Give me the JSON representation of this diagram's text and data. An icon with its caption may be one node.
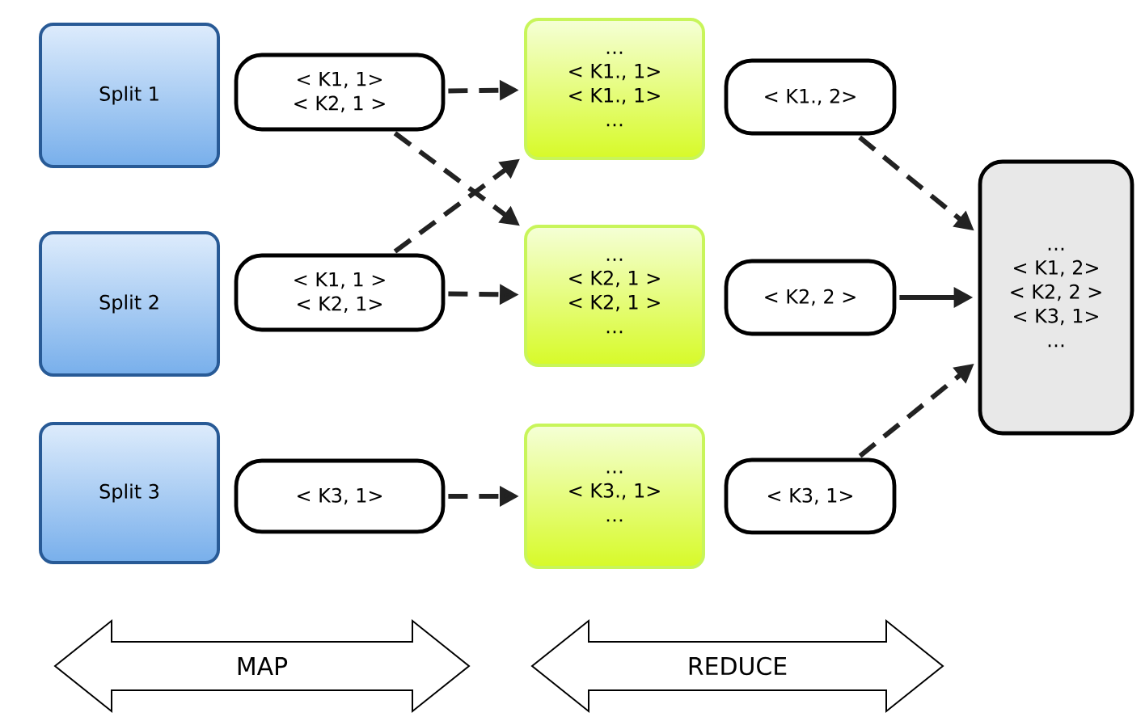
{
  "diagram": {
    "nodes": [
      {
        "text": [
          "Split 1"
        ]
      },
      {
        "text": [
          "Split 2"
        ]
      },
      {
        "text": [
          "Split 3"
        ]
      },
      {
        "text": [
          "< K1, 1>",
          "< K2, 1 >"
        ]
      },
      {
        "text": [
          "< K1, 1 >",
          "< K2, 1>"
        ]
      },
      {
        "text": [
          "< K3, 1>"
        ]
      },
      {
        "text": [
          "…",
          "< K1., 1>",
          "< K1., 1>",
          "…"
        ]
      },
      {
        "text": [
          "…",
          "< K2, 1 >",
          "< K2, 1 >",
          "…"
        ]
      },
      {
        "text": [
          "…",
          "< K3., 1>",
          "…"
        ]
      },
      {
        "text": [
          "< K1., 2>"
        ]
      },
      {
        "text": [
          "< K2, 2 >"
        ]
      },
      {
        "text": [
          "< K3, 1>"
        ]
      },
      {
        "text": [
          "…",
          "< K1, 2>",
          "< K2, 2 >",
          "< K3, 1>",
          "…"
        ]
      },
      {
        "text": [
          "MAP"
        ]
      },
      {
        "text": [
          "REDUCE"
        ]
      }
    ],
    "edges": [
      {
        "from": 3,
        "to": 6,
        "arrow": "to",
        "style": "dashed"
      },
      {
        "from": 3,
        "to": 7,
        "arrow": "to",
        "style": "dashed"
      },
      {
        "from": 4,
        "to": 6,
        "arrow": "to",
        "style": "dashed"
      },
      {
        "from": 4,
        "to": 7,
        "arrow": "to",
        "style": "dashed"
      },
      {
        "from": 5,
        "to": 8,
        "arrow": "to",
        "style": "dashed"
      },
      {
        "from": 9,
        "to": 12,
        "arrow": "to",
        "style": "dashed"
      },
      {
        "from": 10,
        "to": 12,
        "arrow": "to"
      },
      {
        "from": 11,
        "to": 12,
        "arrow": "to",
        "style": "dashed"
      }
    ]
  }
}
